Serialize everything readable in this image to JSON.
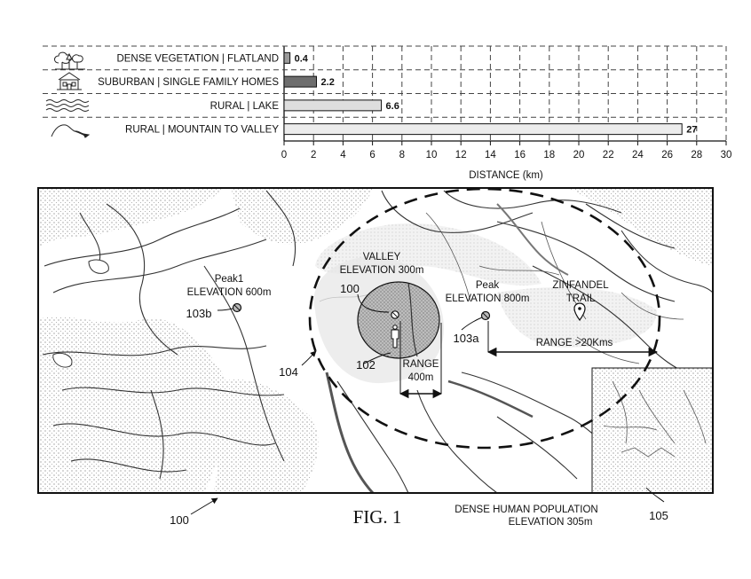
{
  "chart_data": {
    "type": "bar",
    "orientation": "horizontal",
    "categories": [
      "DENSE VEGETATION | FLATLAND",
      "SUBURBAN | SINGLE FAMILY HOMES",
      "RURAL | LAKE",
      "RURAL | MOUNTAIN TO VALLEY"
    ],
    "values": [
      0.4,
      2.2,
      6.6,
      27
    ],
    "value_labels": [
      "0.4",
      "2.2",
      "6.6",
      "27"
    ],
    "xlabel": "DISTANCE (km)",
    "xlim": [
      0,
      30
    ],
    "x_ticks": [
      "0",
      "2",
      "4",
      "6",
      "8",
      "10",
      "12",
      "14",
      "16",
      "18",
      "20",
      "22",
      "24",
      "26",
      "28",
      "30"
    ],
    "grid": "vertical-dashed",
    "bar_fills": [
      "#9a9a9a",
      "#6e6e6e",
      "#dedede",
      "#ececec"
    ],
    "category_icons": [
      "trees-icon",
      "house-icon",
      "water-waves-icon",
      "mountain-icon"
    ]
  },
  "map": {
    "labels": {
      "valley": "VALLEY",
      "valley_elev": "ELEVATION 300m",
      "peak1": "Peak1",
      "peak1_elev": "ELEVATION 600m",
      "peak": "Peak",
      "peak_elev": "ELEVATION 800m",
      "trail1": "ZINFANDEL",
      "trail2": "TRAIL",
      "range_far": "RANGE >20Kms",
      "range_near1": "RANGE",
      "range_near2": "400m",
      "dense1": "DENSE HUMAN POPULATION",
      "dense2": "ELEVATION 305m"
    },
    "refs": {
      "r100_inner": "100",
      "r102": "102",
      "r103a": "103a",
      "r103b": "103b",
      "r104": "104",
      "r105": "105",
      "r100_frame": "100"
    }
  },
  "caption": "FIG. 1"
}
